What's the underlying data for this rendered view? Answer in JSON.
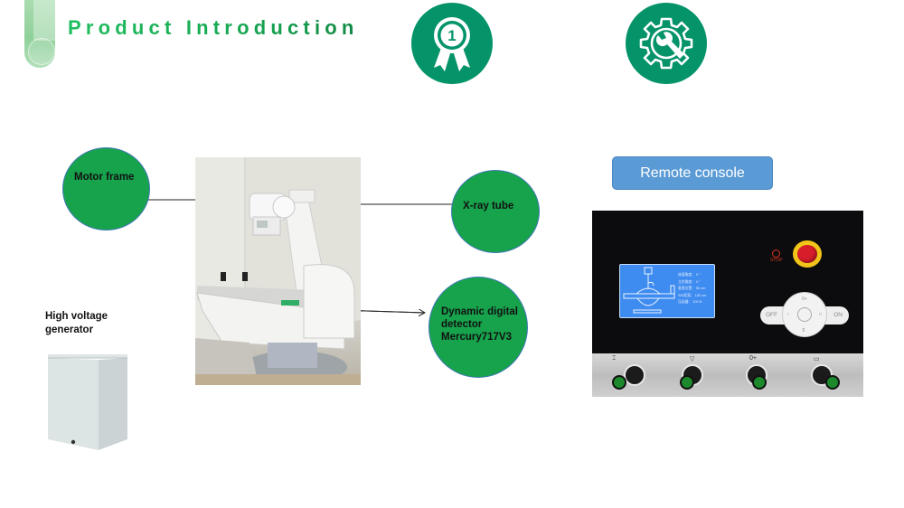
{
  "header": {
    "title": "Product Introduction",
    "badge_icons": [
      "award-ribbon-number-one-icon",
      "gear-wrench-icon"
    ],
    "badge_number": "1"
  },
  "colors": {
    "title_green": "#17a752",
    "badge_green": "#05936a",
    "circle_green": "#17a24c",
    "circle_border": "#3f79b6",
    "console_button_blue": "#5b9bd5",
    "lcd_blue": "#3f8cf0",
    "knob_green": "#1c8a2c",
    "estop_red": "#d71d2a",
    "estop_yellow": "#f0c419"
  },
  "diagram": {
    "callouts": [
      {
        "id": "motor-frame",
        "label": "Motor frame"
      },
      {
        "id": "x-ray-tube",
        "label": "X-ray tube"
      },
      {
        "id": "detector",
        "label_lines": [
          "Dynamic digital",
          "detector",
          "Mercury717V3"
        ]
      }
    ],
    "generator_label_lines": [
      "High voltage",
      "generator"
    ],
    "machine_photo_alt": "X-ray machine with motor frame, tube and table"
  },
  "console": {
    "button_label": "Remote console",
    "stop_label": "STOP",
    "keypad": {
      "off": "OFF",
      "on": "ON",
      "top": "0+",
      "bottom": "⊼"
    },
    "lcd_rows": [
      {
        "label": "床面角度：",
        "value": "0",
        "unit": "°"
      },
      {
        "label": "立柱角度：",
        "value": "0",
        "unit": "°"
      },
      {
        "label": "垂直位置：",
        "value": "50",
        "unit": "cm"
      },
      {
        "label": "SID距离：",
        "value": "100",
        "unit": "cm"
      },
      {
        "label": "压迫器：",
        "value": "100",
        "unit": "N"
      }
    ]
  }
}
